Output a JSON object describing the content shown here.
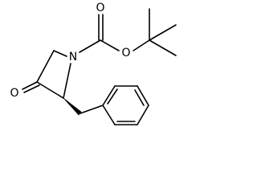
{
  "molecule": {
    "atoms": {
      "n1": "N",
      "o_carbonyl": "O",
      "o_ester": "O",
      "o_ketone": "O"
    }
  }
}
